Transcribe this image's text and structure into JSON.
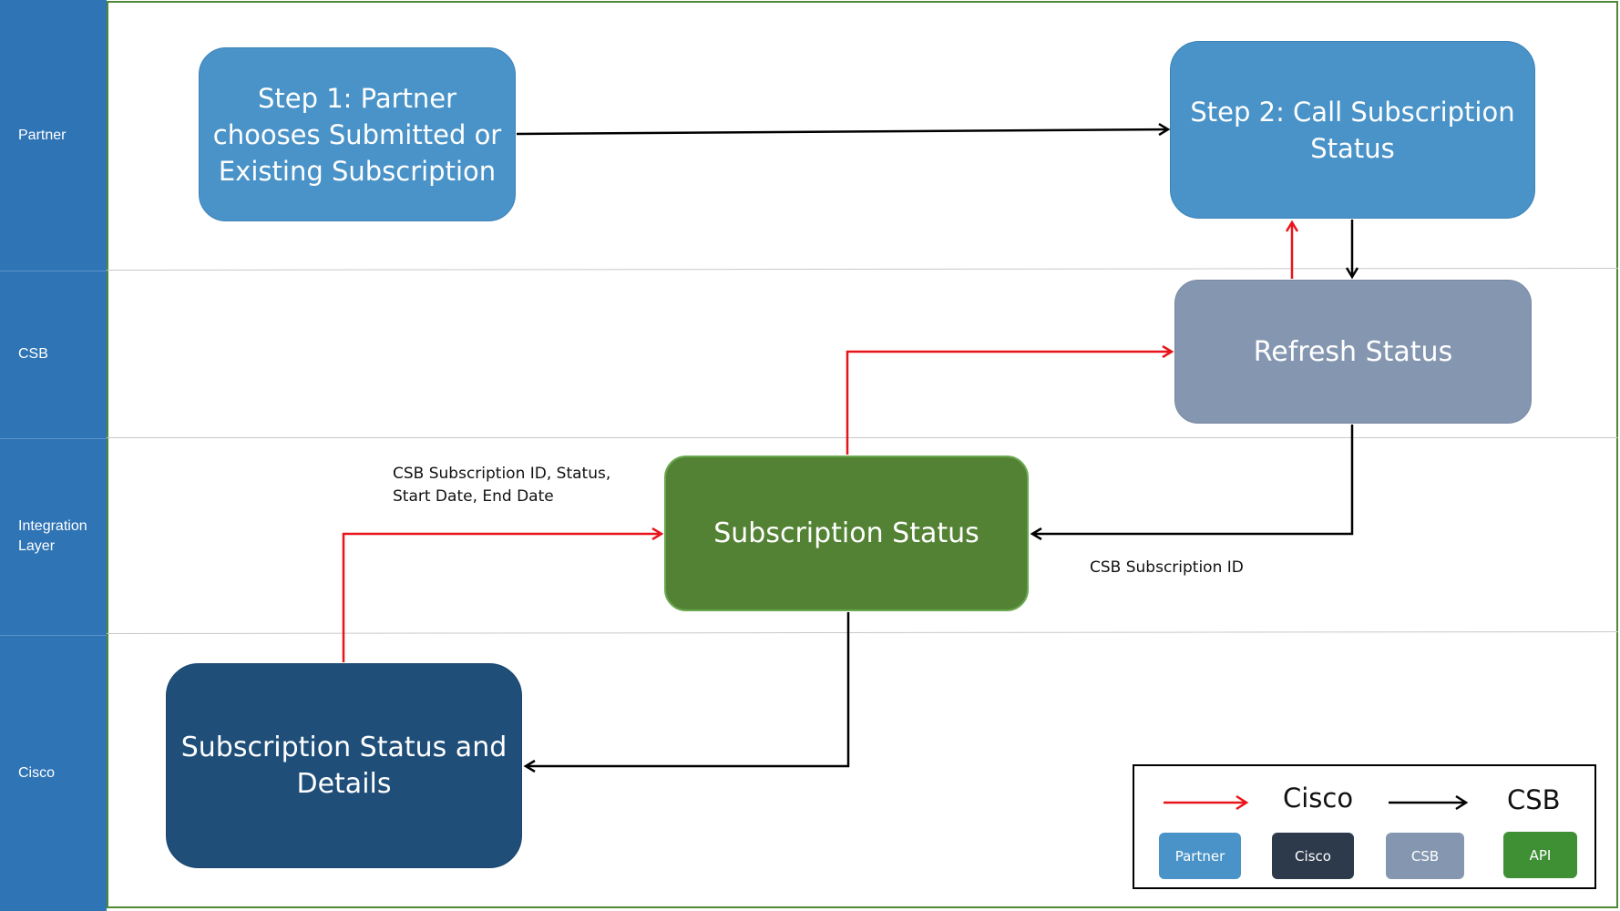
{
  "lanes": [
    {
      "label": "Partner"
    },
    {
      "label": "CSB"
    },
    {
      "label": "Integration Layer"
    },
    {
      "label": "Cisco"
    }
  ],
  "boxes": {
    "step1": {
      "line1": "Step 1: Partner",
      "line2": "chooses Submitted or",
      "line3": "Existing Subscription",
      "color": "#4a93c8"
    },
    "step2": {
      "line1": "Step 2: Call Subscription",
      "line2": "Status",
      "color": "#4a93c8"
    },
    "refresh": {
      "label": "Refresh Status",
      "color": "#8597b0"
    },
    "sub_status": {
      "label": "Subscription Status",
      "color": "#548235"
    },
    "sub_details": {
      "line1": "Subscription Status and",
      "line2": "Details",
      "color": "#1f4e79"
    }
  },
  "notes": {
    "csb_fields_line1": "CSB Subscription ID, Status,",
    "csb_fields_line2": "Start Date, End Date",
    "csb_id": "CSB Subscription ID"
  },
  "legend": {
    "cisco_label": "Cisco",
    "csb_label": "CSB",
    "chips": [
      {
        "label": "Partner",
        "color": "#4a93c8"
      },
      {
        "label": "Cisco",
        "color": "#2d3a4c"
      },
      {
        "label": "CSB",
        "color": "#8597b0"
      },
      {
        "label": "API",
        "color": "#3f8f35"
      }
    ]
  },
  "colors": {
    "cisco_arrow": "#e8141b",
    "csb_arrow": "#000000",
    "lane_header": "#2f74b5"
  }
}
